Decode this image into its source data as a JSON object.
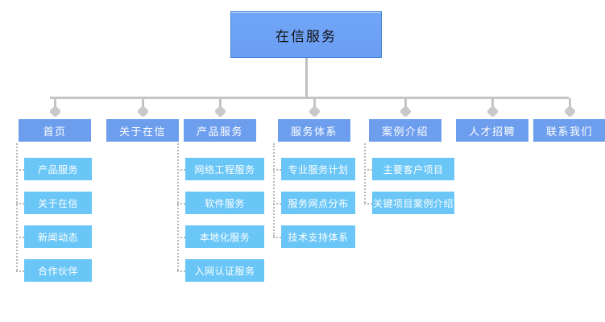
{
  "diagram": {
    "title": "在信服务",
    "type": "sitemap-tree",
    "colors": {
      "root_fill": "#6ea2f6",
      "root_border": "#3f7fd6",
      "level2_fill": "#6d9eed",
      "level3_fill": "#69c6f7",
      "connector": "#c4c4c4",
      "dotted_connector": "#b8b8b8",
      "background": "#ffffff",
      "label_text": "#ffffff",
      "root_text": "#111111"
    },
    "root": {
      "label": "在信服务"
    },
    "branches": [
      {
        "label": "首页",
        "children": [
          {
            "label": "产品服务"
          },
          {
            "label": "关于在信"
          },
          {
            "label": "新闻动态"
          },
          {
            "label": "合作伙伴"
          }
        ]
      },
      {
        "label": "关于在信",
        "children": []
      },
      {
        "label": "产品服务",
        "children": [
          {
            "label": "网络工程服务"
          },
          {
            "label": "软件服务"
          },
          {
            "label": "本地化服务"
          },
          {
            "label": "入网认证服务"
          }
        ]
      },
      {
        "label": "服务体系",
        "children": [
          {
            "label": "专业服务计划"
          },
          {
            "label": "服务网点分布"
          },
          {
            "label": "技术支持体系"
          }
        ]
      },
      {
        "label": "案例介绍",
        "children": [
          {
            "label": "主要客户项目"
          },
          {
            "label": "关键项目案例介绍"
          }
        ]
      },
      {
        "label": "人才招聘",
        "children": []
      },
      {
        "label": "联系我们",
        "children": []
      }
    ]
  }
}
